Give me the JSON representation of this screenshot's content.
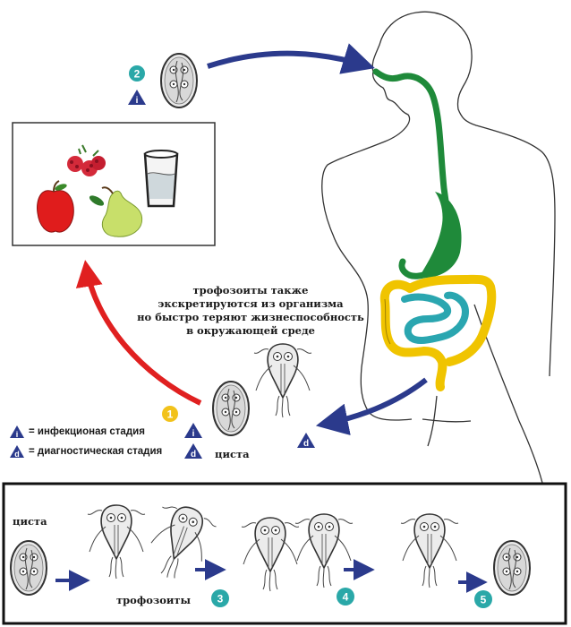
{
  "note": {
    "lines": [
      "трофозоиты также",
      "экскретируются из организма",
      "но быстро теряют жизнеспособность",
      "в окружающей среде"
    ]
  },
  "labels": {
    "cyst_main": "циста",
    "cyst_bottom": "циста",
    "trophozoites_bottom": "трофозоиты"
  },
  "badges": {
    "step1": "1",
    "step2": "2",
    "step3": "3",
    "step4": "4",
    "step5": "5",
    "i": "i",
    "d": "d"
  },
  "legend": {
    "items": [
      {
        "symbol": "i",
        "text": "= инфекционая стадия"
      },
      {
        "symbol": "d",
        "text": "= диагностическая стадия"
      }
    ]
  },
  "colors": {
    "arrow_blue": "#2b3a8c",
    "arrow_red": "#e02020",
    "badge_green": "#2aa8a8",
    "badge_yellow": "#f2c21b",
    "gut_green": "#1f8a3a",
    "colon_yellow": "#f0c400",
    "small_intestine_teal": "#2aa6b0",
    "legend_triangle": "#2b3a8c"
  },
  "icons": [
    "raspberry-icon",
    "apple-icon",
    "pear-icon",
    "water-glass-icon",
    "cyst-icon",
    "trophozoite-icon",
    "human-silhouette"
  ]
}
